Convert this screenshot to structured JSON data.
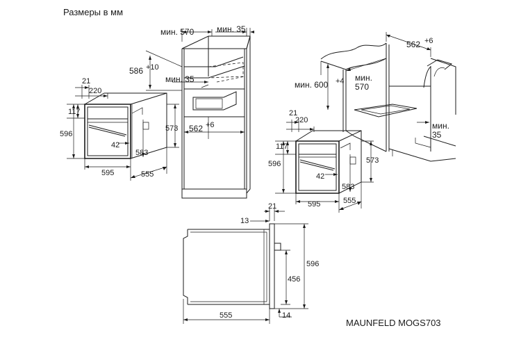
{
  "title": "Размеры в мм",
  "model": "MAUNFELD MOGS703",
  "tall_cabinet": {
    "min_width": "мин. 570",
    "min_depth": "мин. 35",
    "niche_height": "586",
    "niche_height_tol": "+10",
    "min_vent": "мин. 35",
    "niche_width": "562",
    "niche_width_tol": "+6"
  },
  "left_oven": {
    "d21": "21",
    "d220": "220",
    "d117": "117",
    "d596": "596",
    "d573": "573",
    "d42": "42",
    "d583": "583",
    "d595": "595",
    "d555": "555"
  },
  "base_cabinet": {
    "niche_width": "562",
    "niche_width_tol": "+6",
    "min_depth": "мин.\n570",
    "min_height": "мин. 600",
    "min_height_tol": "+4",
    "min_vent": "мин.\n35"
  },
  "right_oven": {
    "d21": "21",
    "d220": "220",
    "d117": "117",
    "d596": "596",
    "d573": "573",
    "d42": "42",
    "d583": "583",
    "d595": "595",
    "d555": "555"
  },
  "side_view": {
    "d21": "21",
    "d13": "13",
    "d596": "596",
    "d456": "456",
    "d555": "555",
    "d14": "14"
  },
  "colors": {
    "line": "#1a1a1a",
    "background": "#ffffff"
  }
}
